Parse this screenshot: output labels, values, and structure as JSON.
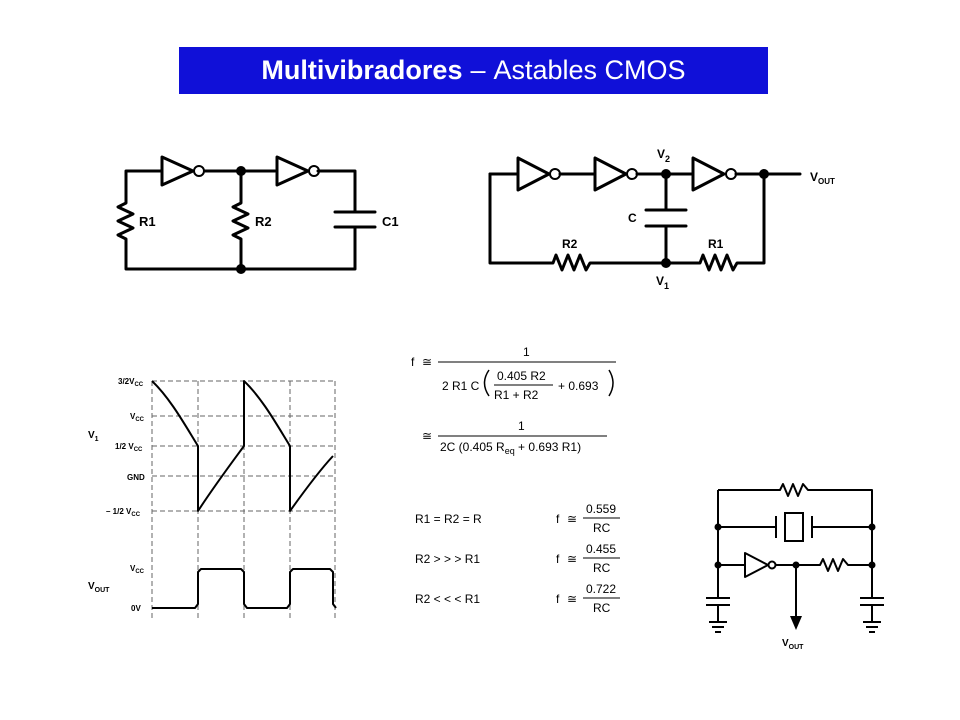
{
  "title": {
    "bold": "Multivibradores",
    "separator": "–",
    "rest": "Astables CMOS"
  },
  "colors": {
    "title_bg": "#1010d8",
    "title_text": "#ffffff",
    "ink": "#000000"
  },
  "circuit_left": {
    "r1": "R1",
    "r2": "R2",
    "c1": "C1"
  },
  "circuit_right": {
    "v2": "V",
    "v2_sub": "2",
    "v1": "V",
    "v1_sub": "1",
    "c": "C",
    "r1": "R1",
    "r2": "R2",
    "vout": "V",
    "vout_sub": "OUT"
  },
  "waveform": {
    "v1_label": "V",
    "v1_sub": "1",
    "vout_label": "V",
    "vout_sub": "OUT",
    "levels": {
      "l1": "3/2V",
      "l1_sub": "CC",
      "l2": "V",
      "l2_sub": "CC",
      "l3": "1/2 V",
      "l3_sub": "CC",
      "l4": "GND",
      "l5": "– 1/2 V",
      "l5_sub": "CC",
      "l6": "V",
      "l6_sub": "CC",
      "l7": "0V"
    }
  },
  "formula": {
    "f": "f",
    "approx": "≅",
    "one": "1",
    "d1_a": "2 R1 C",
    "d1_num": "0.405 R2",
    "d1_den": "R1  +  R2",
    "d1_b": "+  0.693",
    "d2_a": "2C (0.405 R",
    "d2_sub": "eq",
    "d2_b": "  +  0.693 R1)"
  },
  "cases": [
    {
      "cond": "R1  =  R2  =  R",
      "num": "0.559",
      "den": "RC"
    },
    {
      "cond": "R2  > > >  R1",
      "num": "0.455",
      "den": "RC"
    },
    {
      "cond": "R2  < < <  R1",
      "num": "0.722",
      "den": "RC"
    }
  ],
  "crystal": {
    "vout": "V",
    "vout_sub": "OUT"
  }
}
